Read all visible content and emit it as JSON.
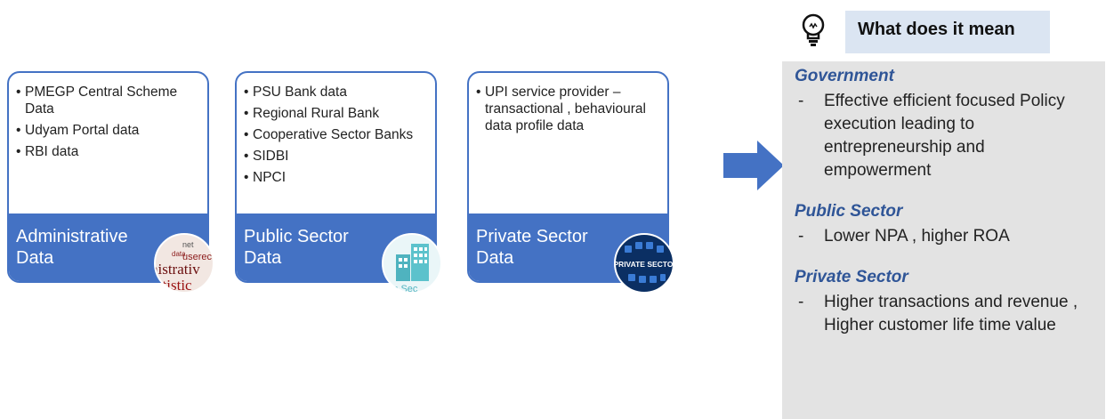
{
  "cards": [
    {
      "items": [
        "PMEGP Central Scheme Data",
        "Udyam Portal data",
        "RBI data"
      ],
      "title": "Administrative Data",
      "badge_text": [
        "nistrativ",
        "atistic",
        "usereco",
        "data",
        "net"
      ]
    },
    {
      "items": [
        "PSU Bank data",
        "Regional Rural Bank",
        "Cooperative Sector Banks",
        "SIDBI",
        "NPCI"
      ],
      "title": "Public Sector Data",
      "badge_text": [
        "lic Sec"
      ]
    },
    {
      "items": [
        "UPI service provider – transactional , behavioural data profile data"
      ],
      "title": "Private Sector Data",
      "badge_text": [
        "PRIVATE SECTOR"
      ]
    }
  ],
  "meaning": {
    "header": "What does it mean",
    "icon": "lightbulb-icon",
    "sections": [
      {
        "heading": "Government",
        "text": "Effective efficient focused Policy execution leading to entrepreneurship and empowerment"
      },
      {
        "heading": "Public Sector",
        "text": "Lower NPA , higher ROA"
      },
      {
        "heading": "Private Sector",
        "text": "Higher transactions and revenue , Higher customer life time value"
      }
    ]
  },
  "colors": {
    "card_blue": "#4472c4",
    "heading_blue": "#2f5597",
    "panel_gray": "#e3e3e3",
    "header_blue": "#dbe5f2"
  }
}
